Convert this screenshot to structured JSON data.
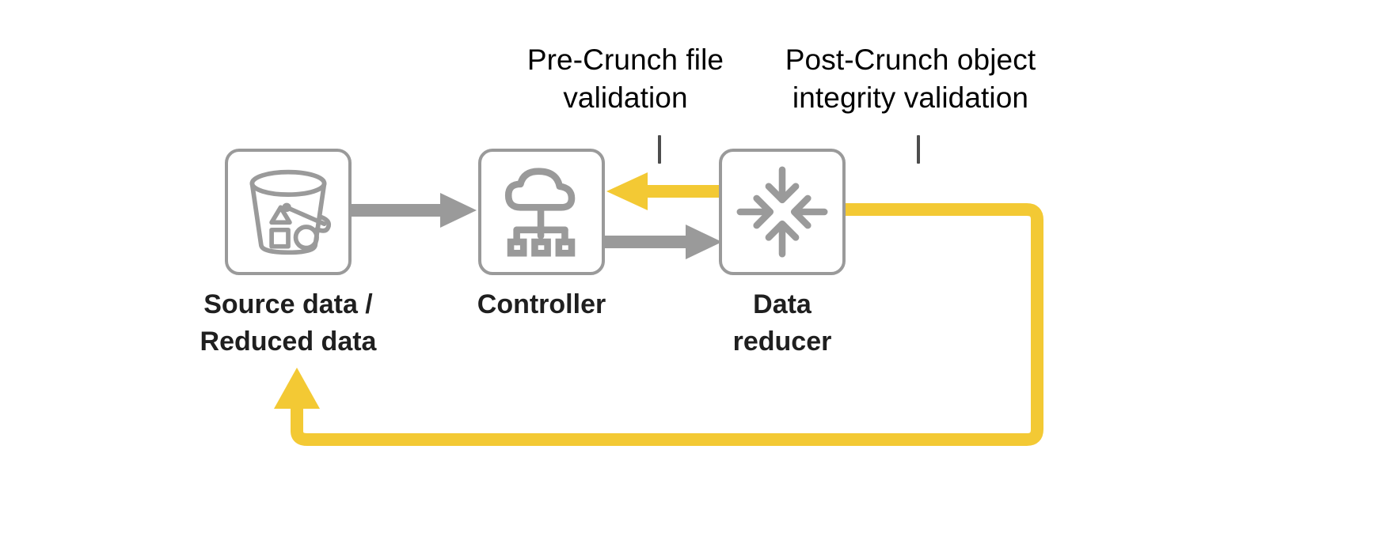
{
  "diagram": {
    "title": "Data reduction pipeline with validation checkpoints",
    "type": "flow-diagram",
    "background_color": "#ffffff",
    "colors": {
      "node_outline": "#9a9a9a",
      "icon": "#9a9a9a",
      "grey_arrow": "#9a9a9a",
      "yellow_arrow": "#F3C934",
      "caption_text": "#1f1f1f",
      "annotation_text": "#000000",
      "tick_mark": "#4d4d4d"
    },
    "annotations": [
      {
        "id": "pre-crunch",
        "text": "Pre-Crunch file\nvalidation",
        "points_to": "arrow-reducer-to-controller"
      },
      {
        "id": "post-crunch",
        "text": "Post-Crunch object\nintegrity validation",
        "points_to": "arrow-reducer-to-source"
      }
    ],
    "nodes": [
      {
        "id": "source",
        "label": "Source data /\nReduced data",
        "icon": "storage-bucket-icon"
      },
      {
        "id": "controller",
        "label": "Controller",
        "icon": "cloud-network-icon"
      },
      {
        "id": "reducer",
        "label": "Data\nreducer",
        "icon": "compress-arrows-icon"
      }
    ],
    "edges": [
      {
        "id": "source-to-controller",
        "from": "source",
        "to": "controller",
        "color": "#9a9a9a",
        "style": "solid-arrow"
      },
      {
        "id": "controller-to-reducer",
        "from": "controller",
        "to": "reducer",
        "color": "#9a9a9a",
        "style": "solid-arrow"
      },
      {
        "id": "reducer-to-controller",
        "from": "reducer",
        "to": "controller",
        "color": "#F3C934",
        "style": "solid-arrow"
      },
      {
        "id": "reducer-to-source",
        "from": "reducer",
        "to": "source",
        "color": "#F3C934",
        "style": "solid-arrow-loop"
      }
    ]
  }
}
